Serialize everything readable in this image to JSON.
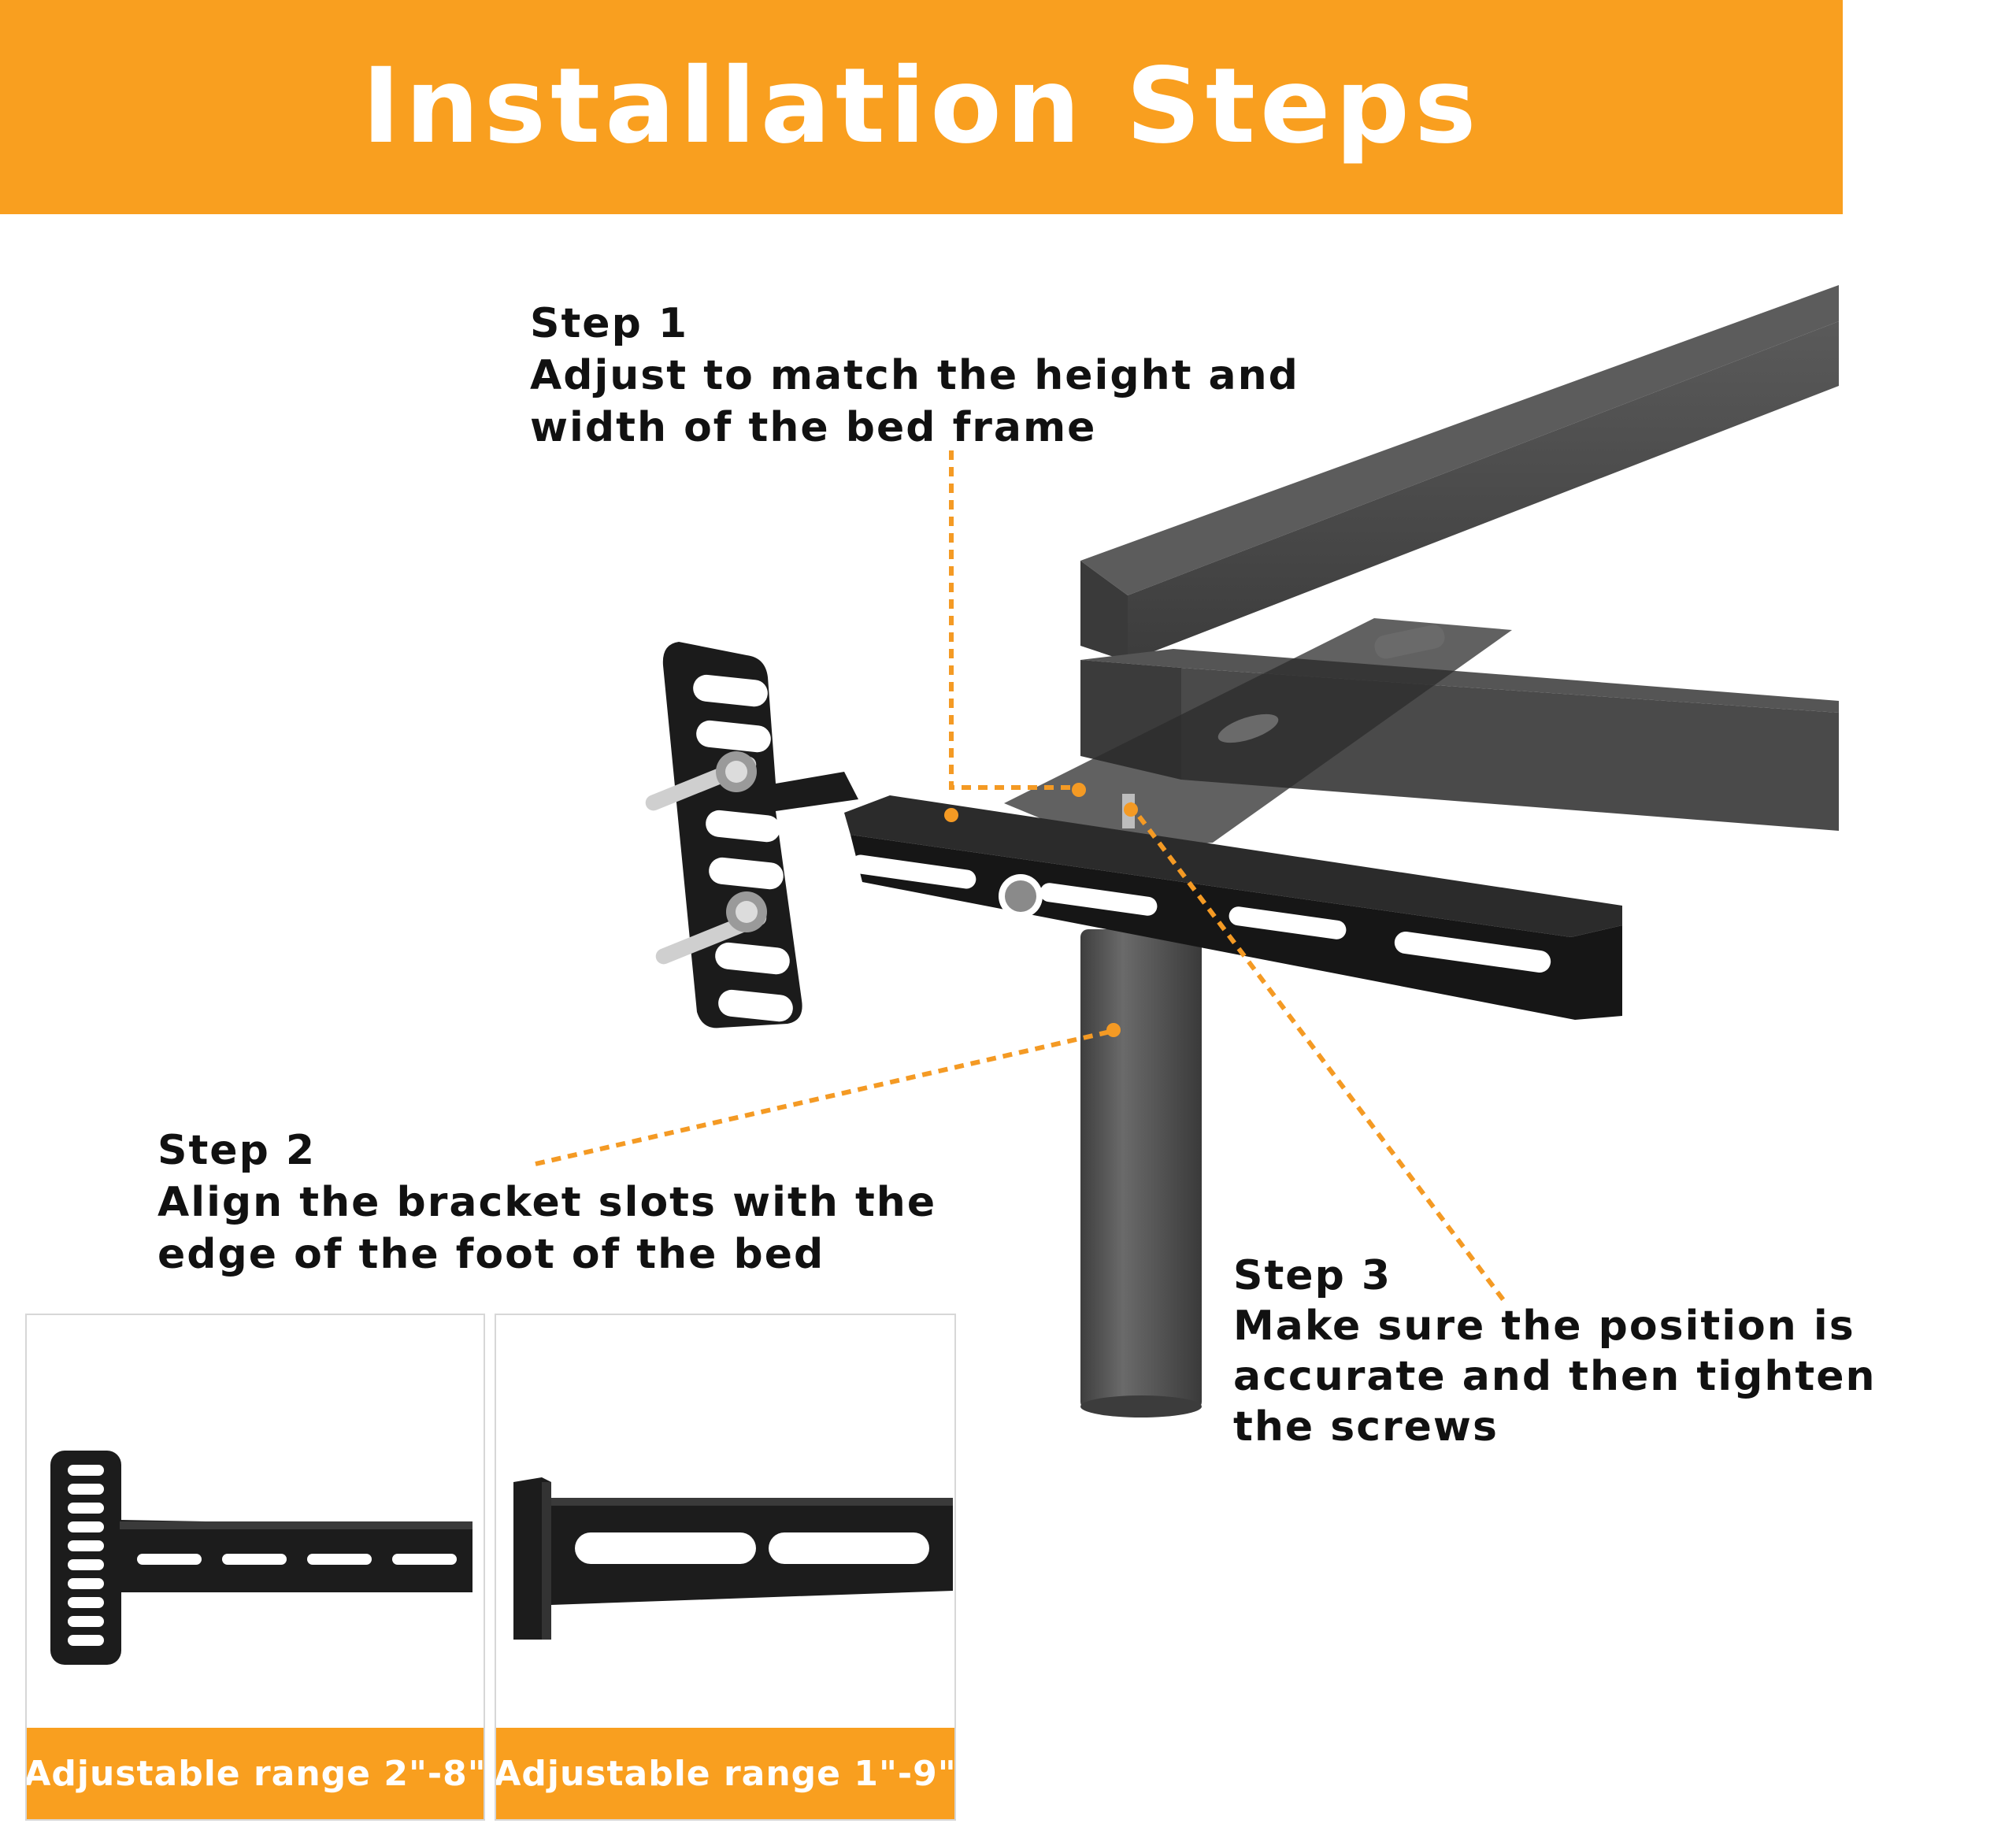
{
  "header": {
    "title": "Installation Steps"
  },
  "steps": [
    {
      "title": "Step 1",
      "description": "Adjust to match the height and\nwidth of the bed frame"
    },
    {
      "title": "Step 2",
      "description": "Align the bracket slots with the\nedge of the foot of the bed"
    },
    {
      "title": "Step 3",
      "description": "Make sure the position is\naccurate and then tighten\nthe screws"
    }
  ],
  "panels": [
    {
      "caption": "Adjustable range 2\"-8\""
    },
    {
      "caption": "Adjustable range 1\"-9\""
    }
  ],
  "colors": {
    "accent": "#f99f1f",
    "frame": "#4a4a4a",
    "bracket": "#1a1a1a",
    "leader": "#f49a24"
  }
}
